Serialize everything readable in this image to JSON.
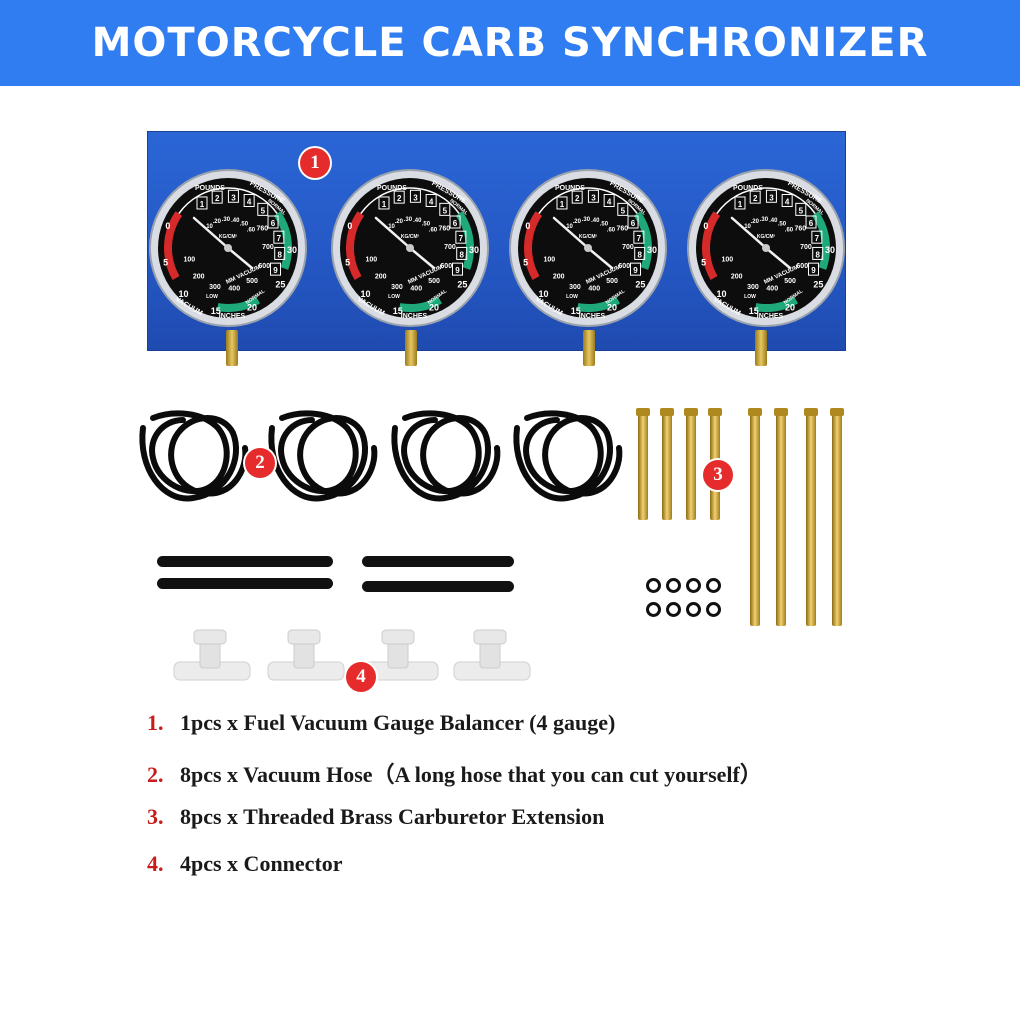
{
  "title": "MOTORCYCLE CARB SYNCHRONIZER",
  "colors": {
    "banner": "#2f7df0",
    "badge": "#e52b2b",
    "list_number": "#c81d1d",
    "panel": "#2457c4"
  },
  "badges": [
    "1",
    "2",
    "3",
    "4"
  ],
  "gauge_labels": {
    "pounds": "POUNDS",
    "pressure": "PRESSURE",
    "vacuum": "VACUUM",
    "inches": "INCHES",
    "kg": "KG/CM²",
    "mm": "MM VACUUM",
    "normal": "NORMAL",
    "low": "LOW",
    "scale_left": [
      "0",
      "5",
      "10",
      "15",
      "20",
      "25",
      "30"
    ],
    "scale_mm": [
      "100",
      "200",
      "300",
      "400",
      "500",
      "600",
      "700",
      "760"
    ],
    "scale_kg": [
      ".10",
      ".20",
      ".30",
      ".40",
      ".50",
      ".60"
    ],
    "scale_psi": [
      "1",
      "2",
      "3",
      "4",
      "5",
      "6",
      "7",
      "8",
      "9"
    ]
  },
  "items": [
    {
      "number": "1.",
      "text": "1pcs x Fuel Vacuum Gauge Balancer (4 gauge)"
    },
    {
      "number": "2.",
      "text": "8pcs x Vacuum Hose（A long hose that you can cut yourself）"
    },
    {
      "number": "3.",
      "text": "8pcs x Threaded Brass Carburetor Extension"
    },
    {
      "number": "4.",
      "text": "4pcs x Connector"
    }
  ]
}
